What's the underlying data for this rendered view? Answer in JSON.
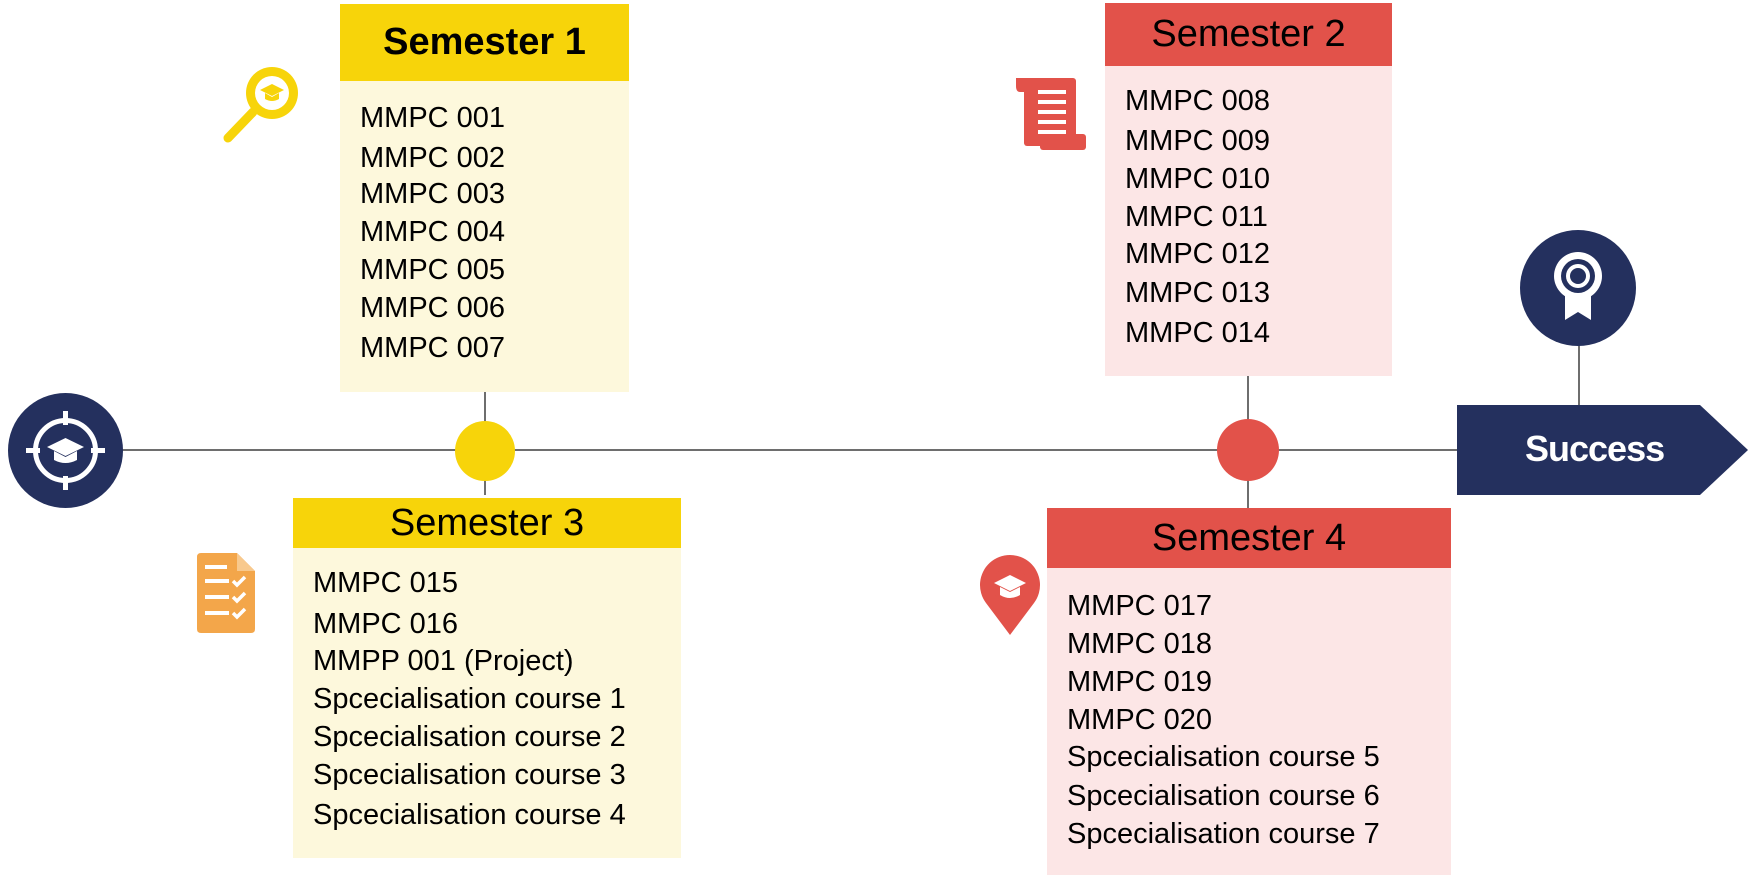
{
  "timeline": {
    "semesters": [
      {
        "title": "Semester 1",
        "courses": [
          "MMPC 001",
          "MMPC 002",
          "MMPC 003",
          "MMPC 004",
          "MMPC 005",
          "MMPC 006",
          "MMPC 007"
        ]
      },
      {
        "title": "Semester 2",
        "courses": [
          "MMPC 008",
          "MMPC 009",
          "MMPC 010",
          "MMPC 011",
          "MMPC 012",
          "MMPC 013",
          "MMPC 014"
        ]
      },
      {
        "title": "Semester 3",
        "courses": [
          "MMPC 015",
          "MMPC 016",
          "MMPP 001 (Project)",
          "Spcecialisation course 1",
          "Spcecialisation course 2",
          "Spcecialisation course 3",
          "Spcecialisation course 4"
        ]
      },
      {
        "title": "Semester 4",
        "courses": [
          "MMPC 017",
          "MMPC 018",
          "MMPC 019",
          "MMPC 020",
          "Spcecialisation course 5",
          "Spcecialisation course 6",
          "Spcecialisation course 7"
        ]
      }
    ],
    "goal_label": "Success"
  },
  "icons": {
    "start": "graduation-target-icon",
    "semester1": "search-graduation-icon",
    "semester2": "scroll-document-icon",
    "semester3": "checklist-document-icon",
    "semester4": "location-graduation-icon",
    "goal": "award-ribbon-icon"
  },
  "colors": {
    "yellow": "#f7d40a",
    "yellow_bg": "#fdf8dc",
    "red": "#e2524a",
    "red_bg": "#fce6e6",
    "navy": "#24305e",
    "orange": "#f3a64a",
    "line": "#6e6e6e"
  }
}
